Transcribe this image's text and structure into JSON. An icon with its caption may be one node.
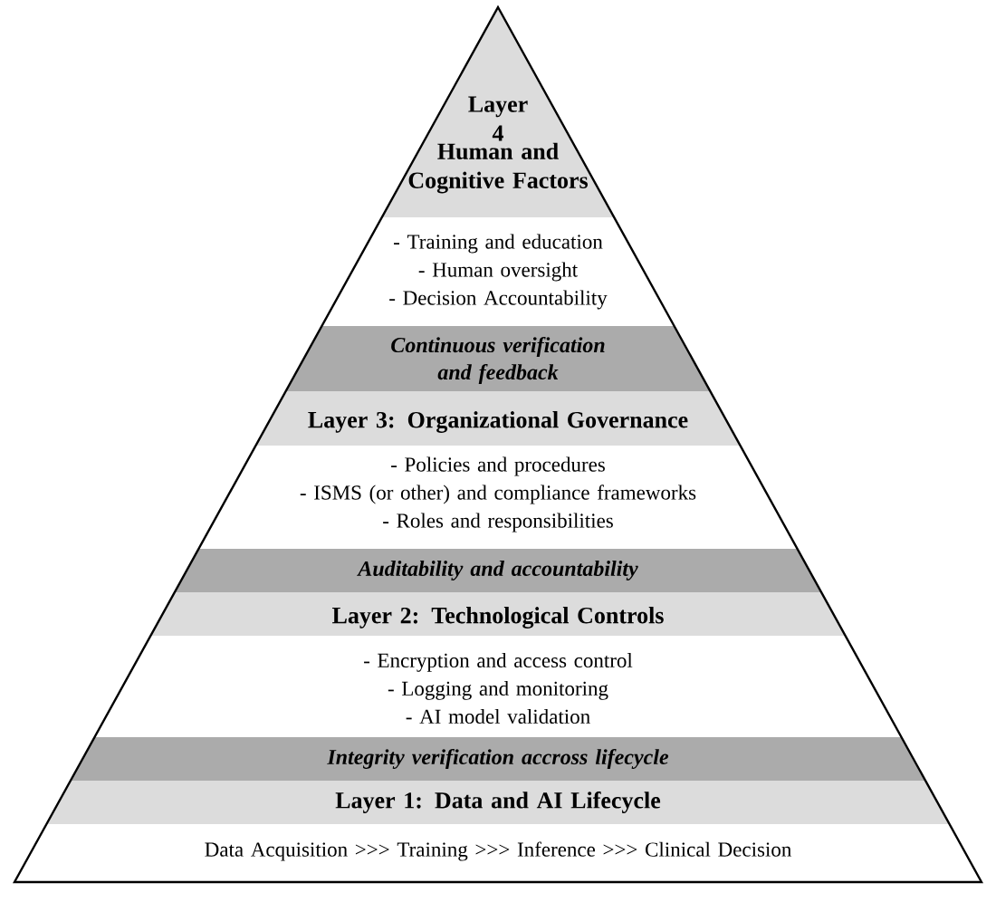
{
  "diagram": {
    "nodes": [
      {
        "text": [
          "Layer 4",
          "Human and Cognitive Factors"
        ]
      },
      {
        "text": [
          "- Training and education",
          "- Human oversight",
          "- Decision Accountability"
        ]
      },
      {
        "text": [
          "Continuous verification and feedback"
        ]
      },
      {
        "text": [
          "Layer 3: Organizational Governance"
        ]
      },
      {
        "text": [
          "- Policies and procedures",
          "- ISMS (or other) and compliance frameworks",
          "- Roles and responsibilities"
        ]
      },
      {
        "text": [
          "Auditability and accountability"
        ]
      },
      {
        "text": [
          "Layer 2: Technological Controls"
        ]
      },
      {
        "text": [
          "- Encryption and access control",
          "- Logging and monitoring",
          "- AI model validation"
        ]
      },
      {
        "text": [
          "Integrity verification accross lifecycle"
        ]
      },
      {
        "text": [
          "Layer 1: Data and AI Lifecycle"
        ]
      },
      {
        "text": [
          "Data Acquisition >>> Training >>> Inference >>> Clinical Decision"
        ]
      }
    ],
    "edges": []
  }
}
